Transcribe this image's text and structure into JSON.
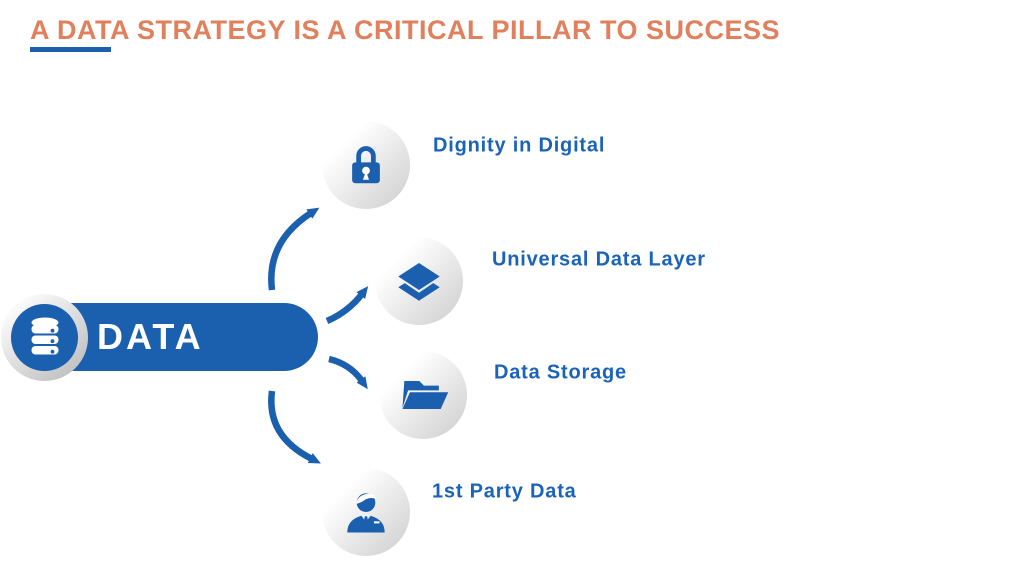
{
  "title": {
    "text": "A DATA STRATEGY IS A CRITICAL PILLAR TO SUCCESS"
  },
  "hub": {
    "label": "DATA",
    "icon": "database-icon"
  },
  "items": [
    {
      "label": "Dignity in Digital",
      "icon": "lock-icon"
    },
    {
      "label": "Universal Data Layer",
      "icon": "layers-icon"
    },
    {
      "label": "Data Storage",
      "icon": "folder-open-icon"
    },
    {
      "label": "1st Party Data",
      "icon": "person-icon"
    }
  ],
  "colors": {
    "title_orange": "#E0805C",
    "primary_blue": "#1B5FAF",
    "label_blue": "#1A63B8",
    "underline_blue": "#1E5FAA",
    "circle_gradient_start": "#FFFFFF",
    "circle_gradient_end": "#CCCCCC"
  }
}
